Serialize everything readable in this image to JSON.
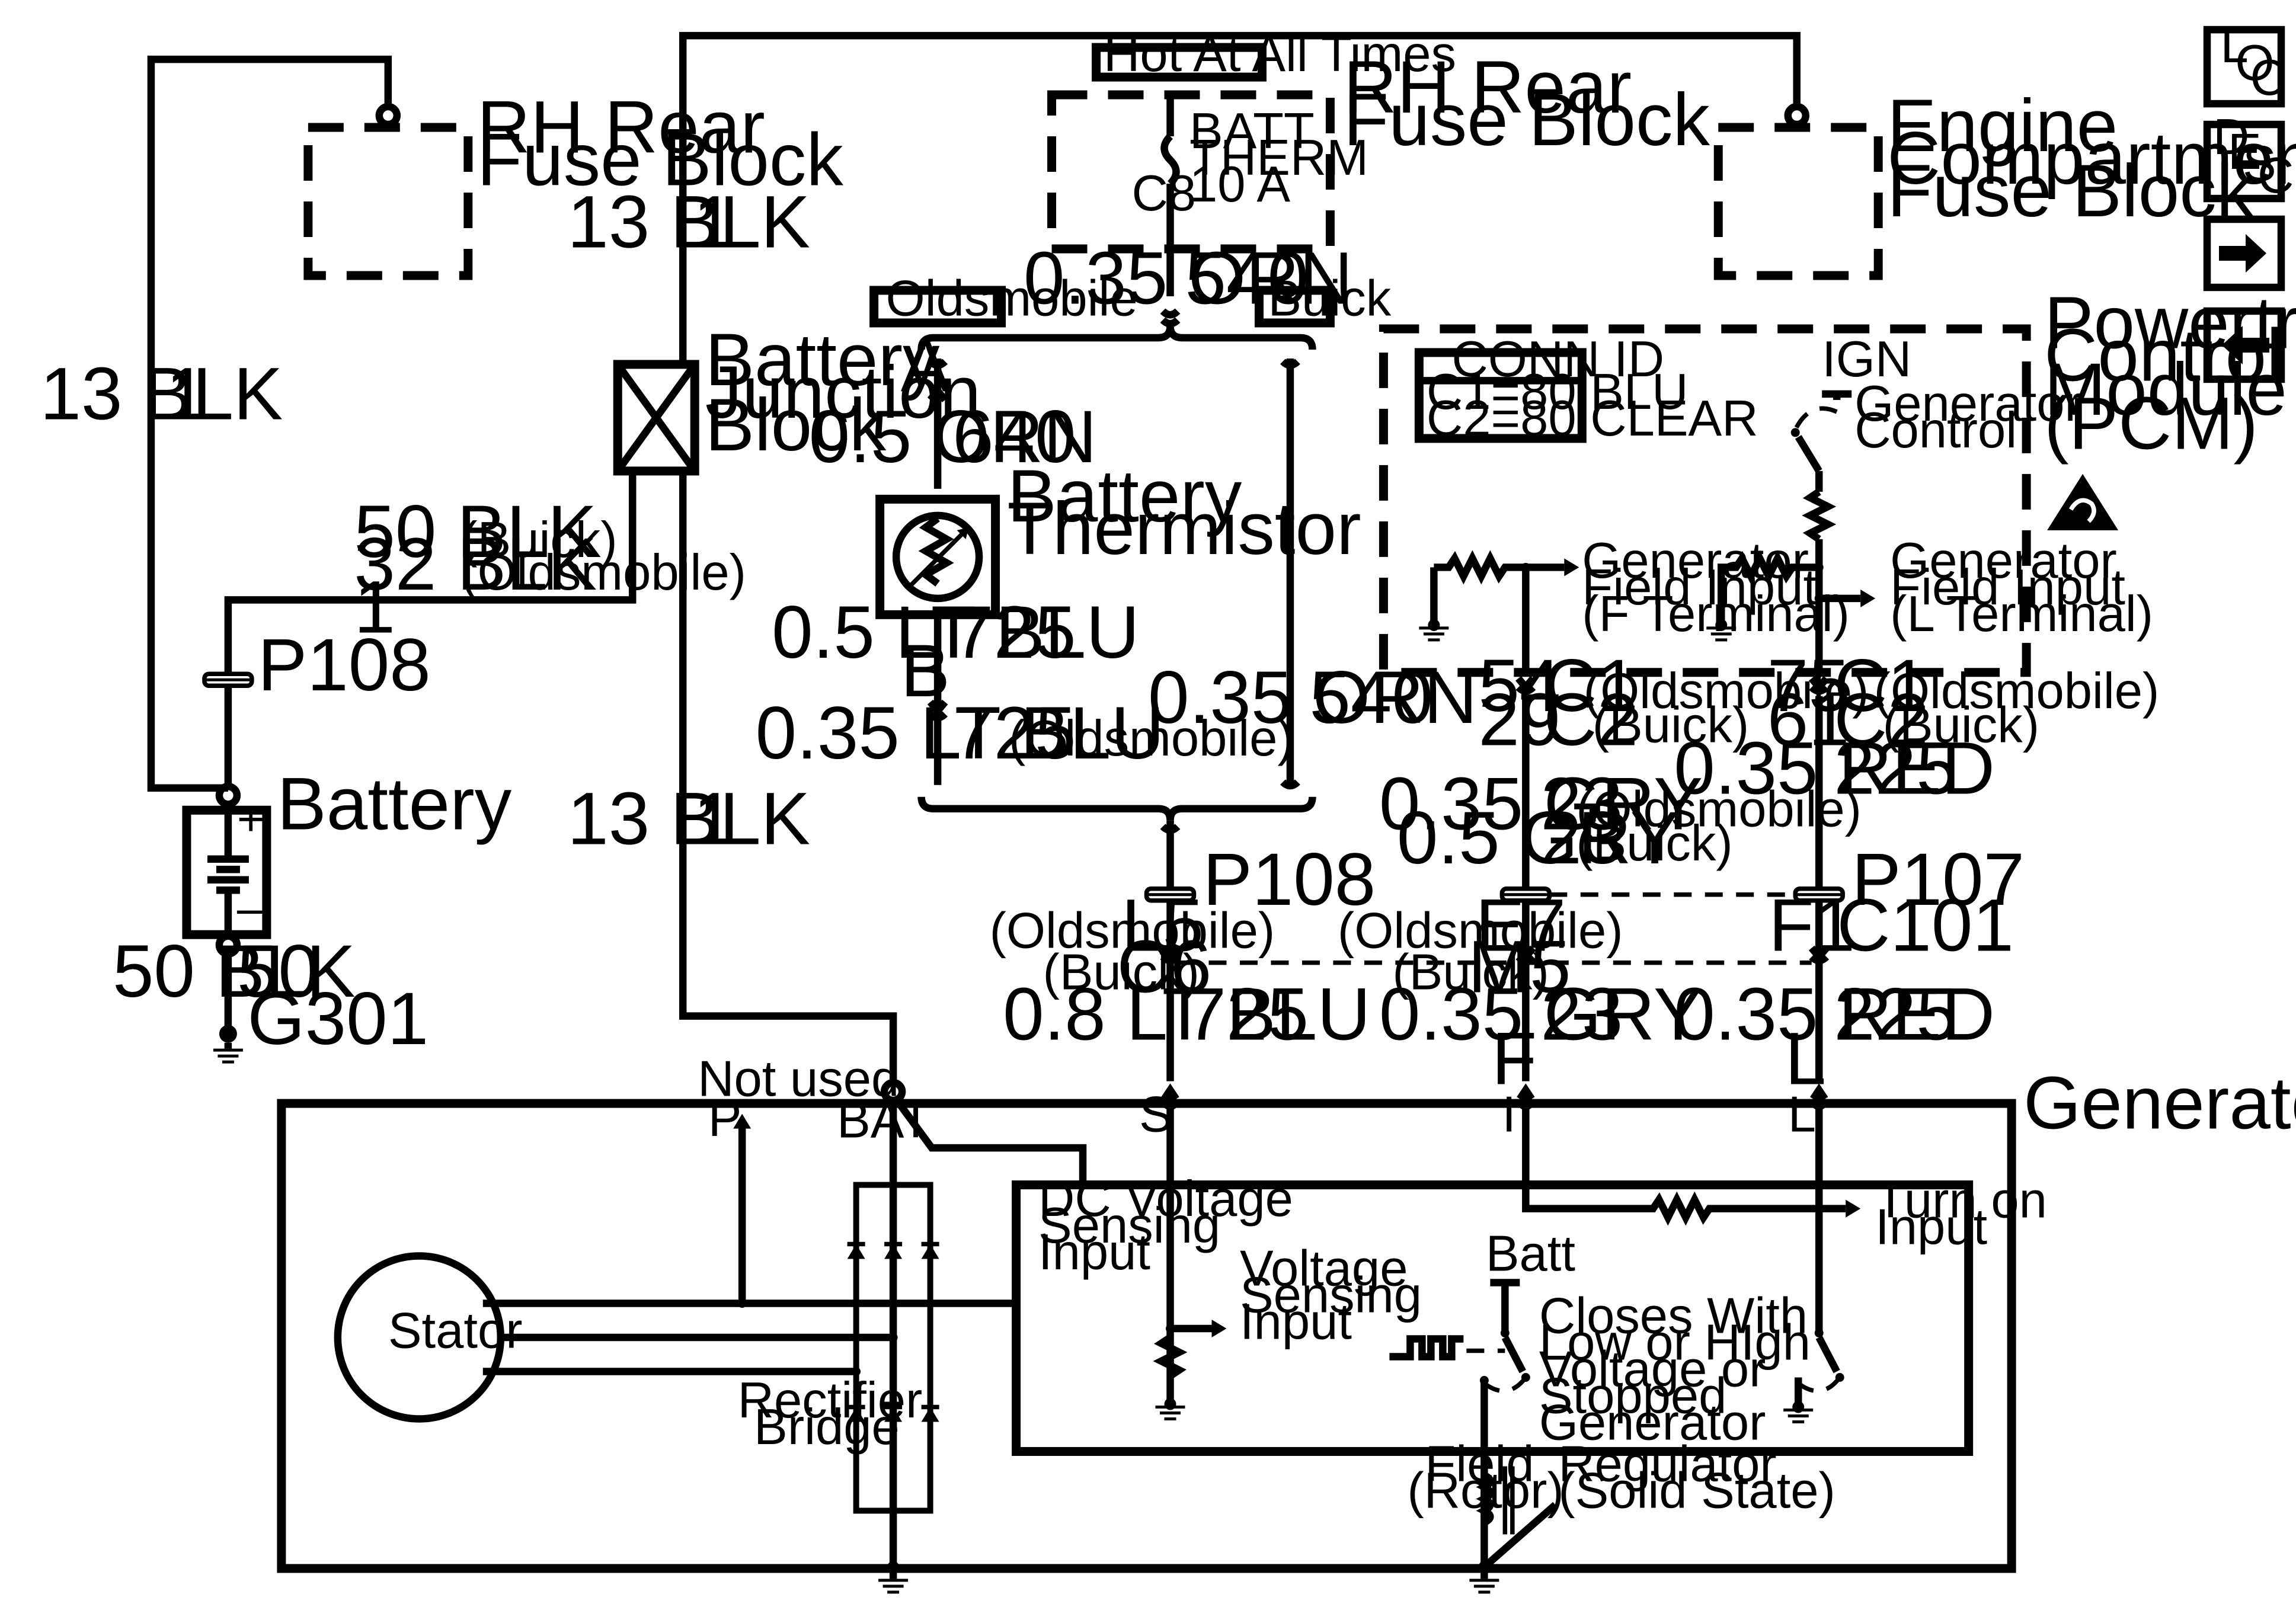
{
  "nav": {
    "loc": [
      "L",
      "O",
      "C"
    ],
    "desc": [
      "D",
      "E",
      "S",
      "C"
    ],
    "next_icon": "arrow-right-icon",
    "prev_icon": "arrow-left-icon"
  },
  "fuse_blocks": {
    "rh_rear_left": [
      "RH Rear",
      "Fuse Block"
    ],
    "rh_rear_top": [
      "RH Rear",
      "Fuse Block"
    ],
    "engine_compartment": [
      "Engine",
      "Compartment",
      "Fuse Block"
    ],
    "hot_at_all_times": "Hot At All Times",
    "batt_therm": [
      "BATT",
      "THERM",
      "10 A"
    ],
    "batt_therm_pin": "C8"
  },
  "vehicle_tags": {
    "oldsmobile": "Oldsmobile",
    "buick": "Buick"
  },
  "wires": {
    "w13blk_top": "13 BLK",
    "w13blk_top_pin": "1",
    "w13blk_left": "13 BLK",
    "w13blk_left_pin": "1",
    "w13blk_bottom": "13 BLK",
    "w13blk_bottom_pin": "1",
    "w50blk": "50 BLK",
    "w50blk_note": "(Buick)",
    "w32blk": "32 BLK",
    "w32blk_note": "(Oldsmobile)",
    "w50_32_pin": "1",
    "w50blk_gnd": "50 BLK",
    "w50blk_gnd_pin": "50",
    "orn035_top": "0.35 ORN",
    "orn035_top_circuit": "540",
    "orn05": "0.5 ORN",
    "orn05_circuit": "640",
    "ltblu05": "0.5 LT BLU",
    "ltblu05_circuit": "725",
    "ltblu035": "0.35 LT BLU",
    "ltblu035_circuit": "725",
    "ltblu035_note": "(Oldsmobile)",
    "orn035_right": "0.35 ORN",
    "orn035_right_circuit": "540",
    "ltblu08": "0.8 LT BLU",
    "ltblu08_circuit": "725",
    "gry035_pcm": "0.35 GRY",
    "gry035_pcm_circuit": "23",
    "gry035_pcm_note": "(Oldsmobile)",
    "gry05_pcm": "0.5 GRY",
    "gry05_pcm_circuit": "23",
    "gry05_pcm_note": "(Buick)",
    "gry035_gen": "0.35 GRY",
    "gry035_gen_circuit": "23",
    "red035_pcm": "0.35 RED",
    "red035_pcm_circuit": "225",
    "red035_gen": "0.35 RED",
    "red035_gen_circuit": "225"
  },
  "connectors": {
    "pin_a": "A",
    "pin_b": "B",
    "p108_left": "P108",
    "p108_mid": "P108",
    "p107": "P107",
    "l5_note": "(Oldsmobile)",
    "l5": "L5",
    "c6_note": "(Buick)",
    "c6": "C6",
    "e7_note": "(Oldsmobile)",
    "e7": "E7",
    "m5_note": "(Buick)",
    "m5": "M5",
    "f1": "F1",
    "c101": "C101",
    "pcm_pin_54": "54",
    "pcm_pin_29": "29",
    "pcm_c1_a": "C1",
    "pcm_c1_a_note": "(Oldsmobile)",
    "pcm_c2_a": "C2",
    "pcm_c2_a_note": "(Buick)",
    "pcm_pin_75": "75",
    "pcm_pin_61": "61",
    "pcm_c1_b": "C1",
    "pcm_c1_b_note": "(Oldsmobile)",
    "pcm_c2_b": "C2",
    "pcm_c2_b_note": "(Buick)",
    "gen_f": "F",
    "gen_l": "L"
  },
  "components": {
    "battery_junction_block": [
      "Battery",
      "Junction",
      "Block"
    ],
    "battery_thermistor": [
      "Battery",
      "Thermistor"
    ],
    "battery": "Battery",
    "ground_g301": "G301",
    "pcm": [
      "Powertrain",
      "Control",
      "Module",
      "(PCM)"
    ],
    "conn_id_title": "CONN ID",
    "conn_id_lines": [
      "C1=80 BLU",
      "C2=80 CLEAR"
    ],
    "ign": "IGN",
    "generator_control": [
      "Generator",
      "Control"
    ],
    "gen_field_f": [
      "Generator",
      "Field Input",
      "(F Terminal)"
    ],
    "gen_field_l": [
      "Generator",
      "Field Input",
      "(L Terminal)"
    ],
    "generator": "Generator"
  },
  "generator": {
    "not_used": "Not used",
    "term_p": "P",
    "term_bat": "BAT",
    "term_s": "S",
    "term_i": "I",
    "term_l": "L",
    "stator": "Stator",
    "rectifier_bridge": [
      "Rectifier",
      "Bridge"
    ],
    "dc_voltage": [
      "DC Voltage",
      "Sensing",
      "Input"
    ],
    "voltage_sensing": [
      "Voltage",
      "Sensing",
      "Input"
    ],
    "batt": "Batt",
    "closes_with": [
      "Closes With",
      "Low or HIgh",
      "Voltage or",
      "Stopped",
      "Generator"
    ],
    "turn_on": [
      "Turn on",
      "Input"
    ],
    "field_rotor": [
      "Field",
      "(Rotor)"
    ],
    "regulator": [
      "Regulator",
      "(Solid State)"
    ]
  }
}
